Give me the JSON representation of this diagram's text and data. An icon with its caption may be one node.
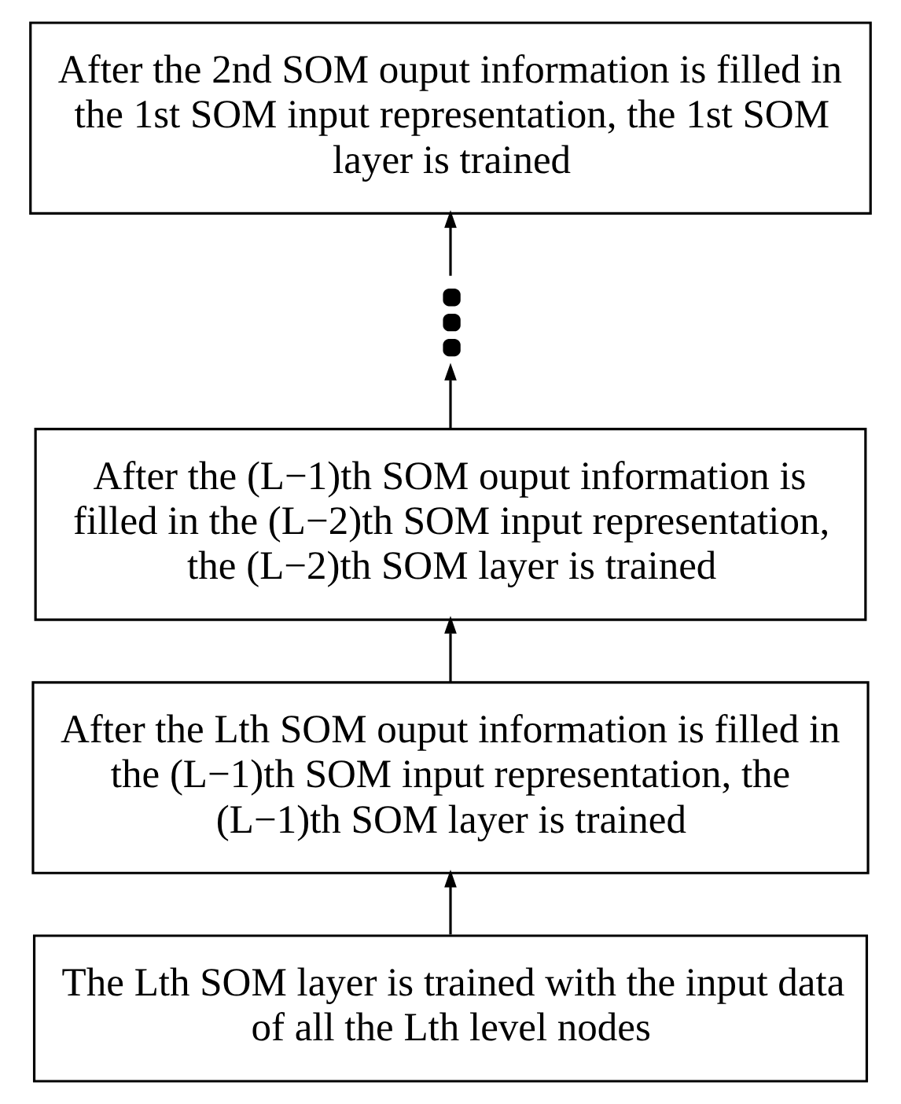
{
  "diagram": {
    "nodes": [
      {
        "text": [
          "After the 2nd SOM ouput information is filled in the 1st SOM input representation, the 1st SOM layer is trained"
        ]
      },
      {
        "text": [],
        "shape": "dots"
      },
      {
        "text": [
          "After the (L−1)th SOM ouput information is filled in the (L−2)th SOM input representation, the (L−2)th SOM layer is trained"
        ]
      },
      {
        "text": [
          "After the Lth SOM ouput information is filled in the (L−1)th SOM input representation, the (L−1)th SOM layer is trained"
        ]
      },
      {
        "text": [
          "The Lth SOM layer is trained with the input data of all the Lth level nodes"
        ]
      }
    ],
    "edges": [
      {
        "from": 4,
        "to": 3,
        "arrow": "to"
      },
      {
        "from": 3,
        "to": 2,
        "arrow": "to"
      },
      {
        "from": 2,
        "to": 1,
        "arrow": "to"
      },
      {
        "from": 1,
        "to": 0,
        "arrow": "to"
      }
    ]
  }
}
